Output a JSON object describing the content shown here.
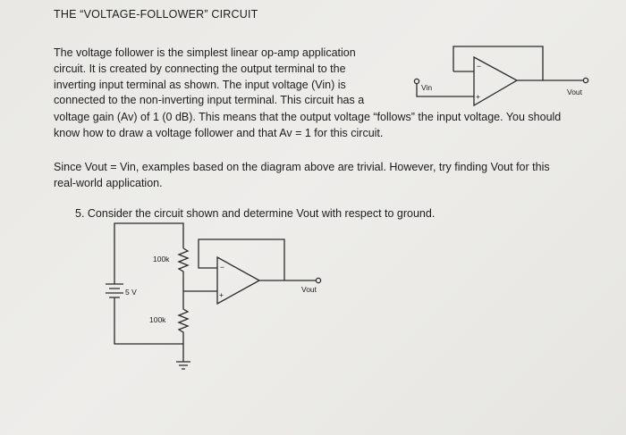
{
  "title": "THE “VOLTAGE-FOLLOWER” CIRCUIT",
  "paragraph1": [
    "The voltage follower is the simplest linear op-amp application",
    "circuit.  It is created by connecting the output terminal to the",
    "inverting input terminal as shown.  The input voltage (Vin) is",
    "connected to the non-inverting input terminal.  This circuit has a",
    "voltage gain (Av) of 1 (0 dB).  This means that the output voltage “follows” the input voltage.  You should",
    "know how to draw a voltage follower and that Av = 1 for this circuit."
  ],
  "paragraph2": [
    "Since Vout = Vin, examples based on the diagram above are trivial.  However, try finding Vout for this",
    "real-world application."
  ],
  "question": "5.   Consider the circuit shown and determine Vout with respect to ground.",
  "diagram1": {
    "vin_label": "Vin",
    "vout_label": "Vout",
    "minus_sign": "−",
    "plus_sign": "+"
  },
  "diagram2": {
    "r_top_label": "100k",
    "r_bottom_label": "100k",
    "source_label": "5 V",
    "vout_label": "Vout",
    "minus_sign": "−",
    "plus_sign": "+"
  }
}
